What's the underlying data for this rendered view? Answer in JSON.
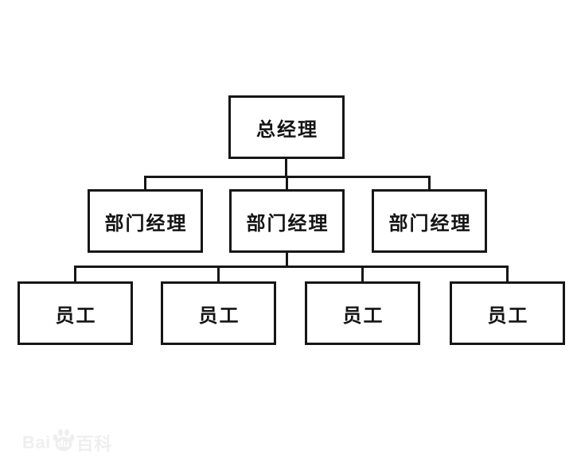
{
  "org_chart": {
    "root": {
      "label": "总经理"
    },
    "managers": [
      {
        "label": "部门经理"
      },
      {
        "label": "部门经理"
      },
      {
        "label": "部门经理"
      }
    ],
    "employees": [
      {
        "label": "员工"
      },
      {
        "label": "员工"
      },
      {
        "label": "员工"
      },
      {
        "label": "员工"
      }
    ]
  },
  "watermark": {
    "prefix": "Bai",
    "paw_text": "du",
    "suffix": "百科"
  },
  "colors": {
    "line": "#161616",
    "box_border": "#161616",
    "background": "#ffffff",
    "watermark": "#efefef"
  }
}
